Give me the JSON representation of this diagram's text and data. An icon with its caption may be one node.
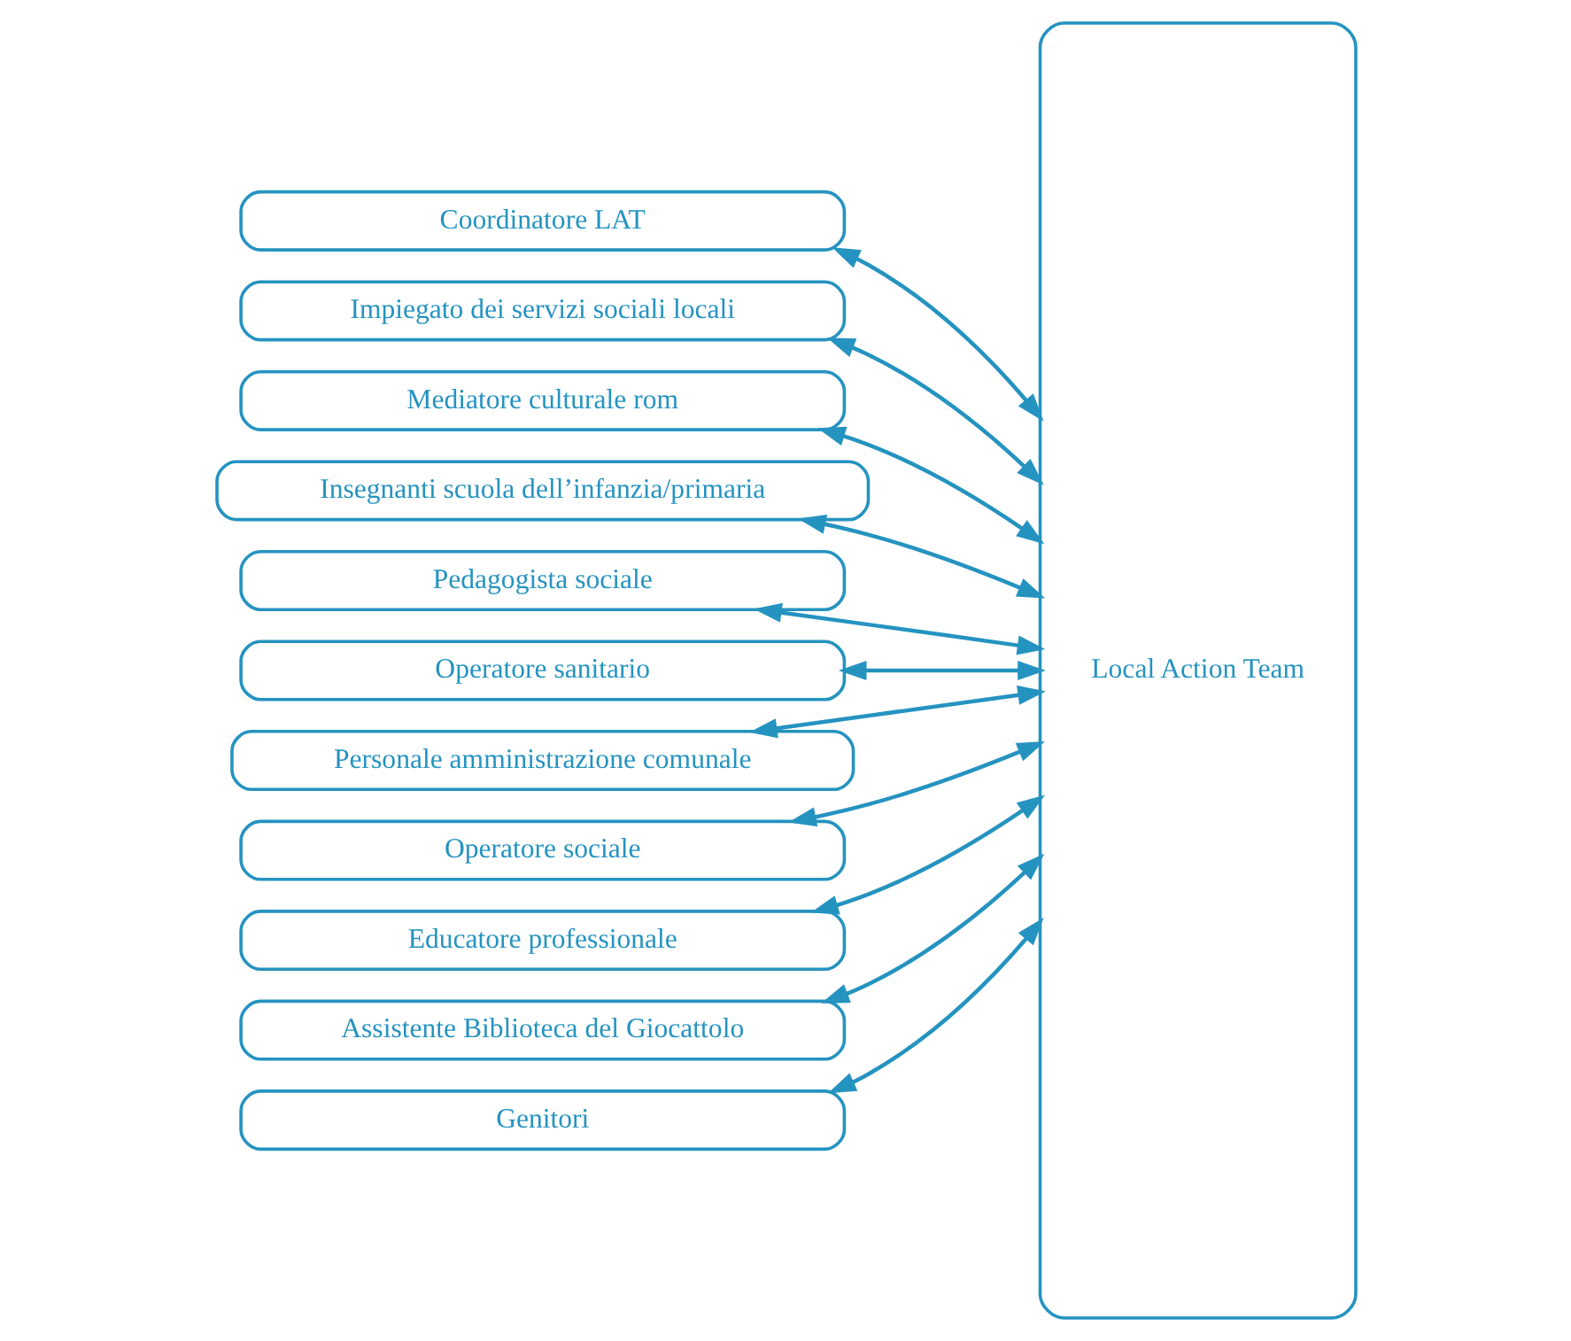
{
  "diagram": {
    "nodes": [
      {
        "text": [
          "Coordinatore LAT"
        ]
      },
      {
        "text": [
          "Impiegato dei servizi sociali locali"
        ]
      },
      {
        "text": [
          "Mediatore culturale rom"
        ]
      },
      {
        "text": [
          "Insegnanti scuola dell’infanzia/primaria"
        ]
      },
      {
        "text": [
          "Pedagogista sociale"
        ]
      },
      {
        "text": [
          "Operatore sanitario"
        ]
      },
      {
        "text": [
          "Personale amministrazione comunale"
        ]
      },
      {
        "text": [
          "Operatore sociale"
        ]
      },
      {
        "text": [
          "Educatore professionale"
        ]
      },
      {
        "text": [
          "Assistente Biblioteca del Giocattolo"
        ]
      },
      {
        "text": [
          "Genitori"
        ]
      },
      {
        "text": [
          "Local Action Team"
        ]
      }
    ],
    "edges": [
      {
        "from": 0,
        "to": 11,
        "arrow": "both"
      },
      {
        "from": 1,
        "to": 11,
        "arrow": "both"
      },
      {
        "from": 2,
        "to": 11,
        "arrow": "both"
      },
      {
        "from": 3,
        "to": 11,
        "arrow": "both"
      },
      {
        "from": 4,
        "to": 11,
        "arrow": "both"
      },
      {
        "from": 5,
        "to": 11,
        "arrow": "both"
      },
      {
        "from": 6,
        "to": 11,
        "arrow": "both"
      },
      {
        "from": 7,
        "to": 11,
        "arrow": "both"
      },
      {
        "from": 8,
        "to": 11,
        "arrow": "both"
      },
      {
        "from": 9,
        "to": 11,
        "arrow": "both"
      },
      {
        "from": 10,
        "to": 11,
        "arrow": "both"
      }
    ]
  }
}
